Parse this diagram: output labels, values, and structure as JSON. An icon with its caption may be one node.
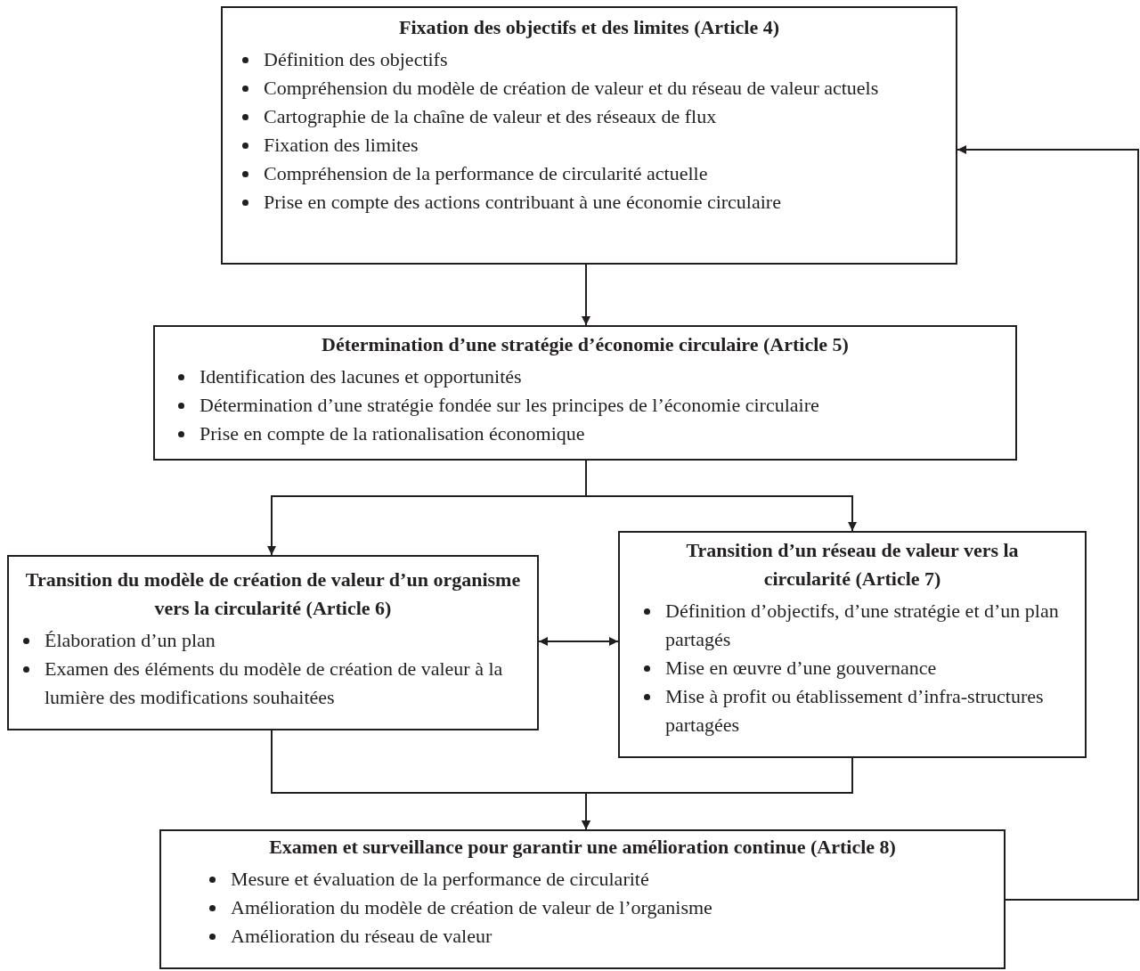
{
  "diagram": {
    "nodes": [
      {
        "text": [
          "Fixation des objectifs et des limites (Article 4)",
          "Définition des objectifs",
          "Compréhension du modèle de création de valeur et du réseau de valeur actuels",
          "Cartographie de la chaîne de valeur et des réseaux de flux",
          "Fixation des limites",
          "Compréhension de la performance de circularité actuelle",
          "Prise en compte des actions contribuant à une économie circulaire"
        ]
      },
      {
        "text": [
          "Détermination d’une stratégie d’économie circulaire (Article 5)",
          "Identification des lacunes et opportunités",
          "Détermination d’une stratégie fondée sur les principes de l’économie circulaire",
          "Prise en compte de la rationalisation économique"
        ]
      },
      {
        "text": [
          "Transition du modèle de création de valeur d’un organisme vers la circularité (Article 6)",
          "Élaboration d’un plan",
          "Examen des éléments du modèle de création de valeur à la lumière des modifications souhaitées"
        ]
      },
      {
        "text": [
          "Transition d’un réseau de valeur vers la circularité (Article 7)",
          "Définition d’objectifs, d’une stratégie et d’un plan partagés",
          "Mise en œuvre d’une gouvernance",
          "Mise à profit ou établissement d’infra-structures partagées"
        ]
      },
      {
        "text": [
          "Examen et surveillance pour garantir une amélioration continue (Article 8)",
          "Mesure et évaluation de la performance de circularité",
          "Amélioration du modèle de création de valeur de l’organisme",
          "Amélioration du réseau de valeur"
        ]
      }
    ],
    "edges": [
      {
        "from": 0,
        "to": 1,
        "arrow": "to"
      },
      {
        "from": 1,
        "to": 2,
        "arrow": "to"
      },
      {
        "from": 1,
        "to": 3,
        "arrow": "to"
      },
      {
        "from": 2,
        "to": 3,
        "arrow": "both"
      },
      {
        "from": 2,
        "to": 4,
        "arrow": "to"
      },
      {
        "from": 3,
        "to": 4,
        "arrow": "to"
      },
      {
        "from": 4,
        "to": 0,
        "arrow": "to"
      }
    ]
  }
}
